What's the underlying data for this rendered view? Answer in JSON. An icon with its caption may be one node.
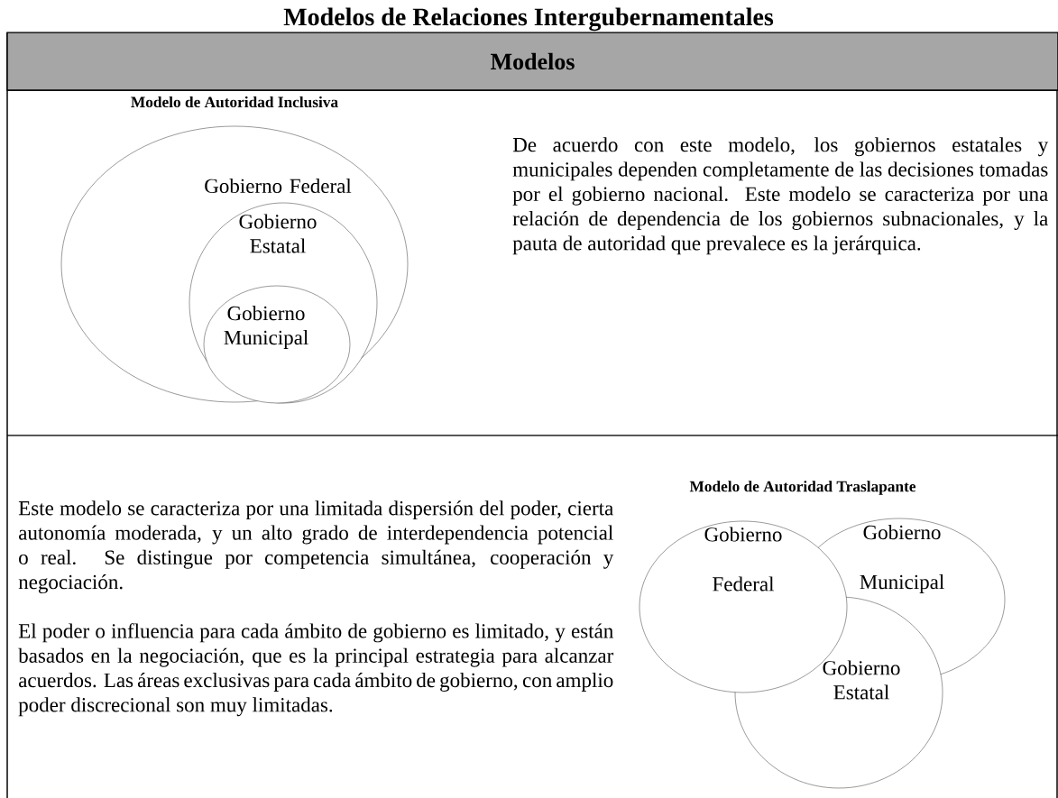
{
  "diagram": {
    "title": "Modelos de Relaciones Intergubernamentales",
    "nodes": [
      {
        "text": [
          "Modelos"
        ]
      },
      {
        "text": [
          "Gobierno Federal"
        ]
      },
      {
        "text": [
          "Gobierno Estatal"
        ],
        "in": 1
      },
      {
        "text": [
          "Gobierno Municipal"
        ],
        "in": 2
      },
      {
        "text": [
          "Gobierno Federal"
        ]
      },
      {
        "text": [
          "Gobierno Municipal"
        ]
      },
      {
        "text": [
          "Gobierno Estatal"
        ]
      }
    ],
    "labels": [
      "Modelo de Autoridad Inclusiva",
      "De acuerdo con este modelo, los gobiernos estatales y municipales dependen completamente de las decisiones tomadas por el gobierno nacional. Este modelo se caracteriza por una relación de dependencia de los gobiernos subnacionales, y la pauta de autoridad que prevalece es la jerárquica.",
      "Modelo de Autoridad Traslapante",
      "Este modelo se caracteriza por una limitada dispersión del poder, cierta autonomía moderada, y un alto grado de interdependencia potencial o real. Se distingue por competencia simultánea, cooperación y negociación.",
      "El poder o influencia para cada ámbito de gobierno es limitado, y están basados en la negociación, que es la principal estrategia para alcanzar acuerdos. Las áreas exclusivas para cada ámbito de gobierno, con amplio poder discrecional son muy limitadas."
    ]
  }
}
